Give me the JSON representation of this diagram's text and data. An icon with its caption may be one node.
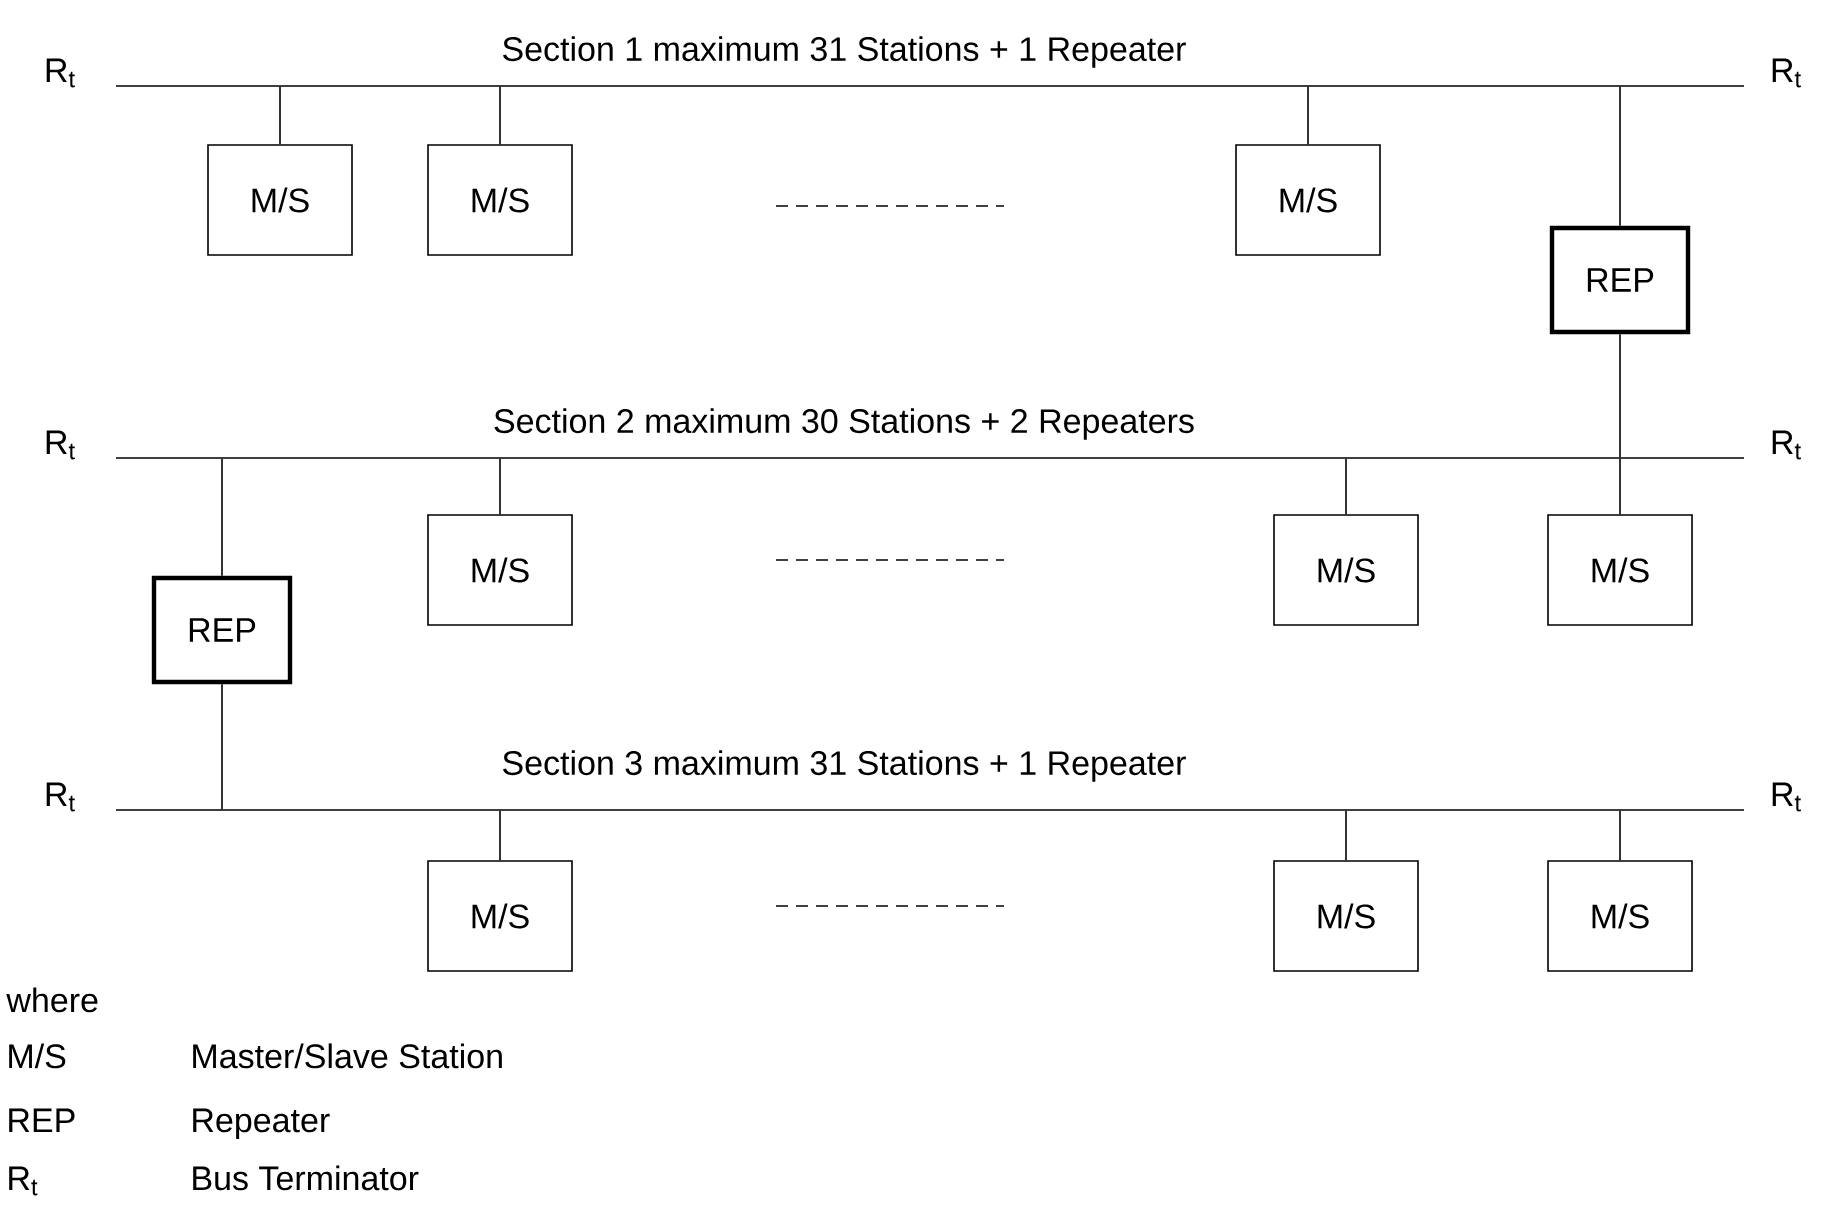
{
  "diagram": {
    "nodes": [
      {
        "text": [
          "Section 1 maximum 31 Stations + 1 Repeater"
        ],
        "beside": [
          "R$_{t}$",
          "R$_{t}$"
        ]
      },
      {
        "text": [
          "M/S"
        ]
      },
      {
        "text": [
          "M/S"
        ]
      },
      {
        "text": [
          "M/S"
        ]
      },
      {
        "text": [
          "REP"
        ]
      },
      {
        "text": [
          "Section 2 maximum 30 Stations + 2 Repeaters"
        ],
        "beside": [
          "R$_{t}$",
          "R$_{t}$"
        ]
      },
      {
        "text": [
          "M/S"
        ]
      },
      {
        "text": [
          "M/S"
        ]
      },
      {
        "text": [
          "M/S"
        ]
      },
      {
        "text": [
          "REP"
        ]
      },
      {
        "text": [
          "Section 3 maximum 31 Stations + 1 Repeater"
        ],
        "beside": [
          "R$_{t}$",
          "R$_{t}$"
        ]
      },
      {
        "text": [
          "M/S"
        ]
      },
      {
        "text": [
          "M/S"
        ]
      },
      {
        "text": [
          "M/S"
        ]
      }
    ],
    "edges": [
      {
        "from": 0,
        "to": 1,
        "arrow": "none"
      },
      {
        "from": 0,
        "to": 2,
        "arrow": "none"
      },
      {
        "from": 0,
        "to": 3,
        "arrow": "none"
      },
      {
        "from": 0,
        "to": 4,
        "arrow": "none"
      },
      {
        "from": 4,
        "to": 5,
        "arrow": "none"
      },
      {
        "from": 5,
        "to": 6,
        "arrow": "none"
      },
      {
        "from": 5,
        "to": 7,
        "arrow": "none"
      },
      {
        "from": 5,
        "to": 8,
        "arrow": "none"
      },
      {
        "from": 5,
        "to": 9,
        "arrow": "none"
      },
      {
        "from": 9,
        "to": 10,
        "arrow": "none"
      },
      {
        "from": 10,
        "to": 11,
        "arrow": "none"
      },
      {
        "from": 10,
        "to": 12,
        "arrow": "none"
      },
      {
        "from": 10,
        "to": 13,
        "arrow": "none"
      }
    ],
    "labels": [
      "where",
      "M/S",
      "Master/Slave Station",
      "REP",
      "Repeater",
      "R$_{t}$",
      "Bus Terminator"
    ]
  }
}
